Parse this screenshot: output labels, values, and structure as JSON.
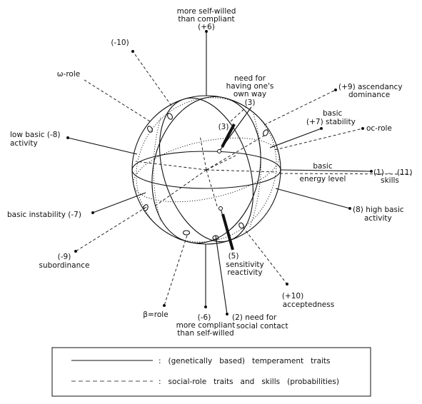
{
  "labels": {
    "self_willed": [
      "more self-willed",
      "than compliant",
      "(+6)"
    ],
    "minus10": "(-10)",
    "omega_role": "ω-role",
    "need_own_way": [
      "need for",
      "having one's",
      "own way",
      "(3)"
    ],
    "inner3": "(3)",
    "ascendancy": [
      "(+9) ascendancy",
      "dominance"
    ],
    "basic_stability": [
      "basic",
      "(+7) stability"
    ],
    "oc_role": "oc-role",
    "low_basic_activity": [
      "low basic (-8)",
      "activity"
    ],
    "basic": "basic",
    "energy_level": "energy level",
    "skills_range": [
      "(1)",
      "-",
      "(11)"
    ],
    "skills": "skills",
    "basic_instability": "basic instability (-7)",
    "high_basic_activity": [
      "(8) high basic",
      "activity"
    ],
    "subordinance": [
      "(-9)",
      "subordinance"
    ],
    "inner5": "(5)",
    "sensitivity": [
      "sensitivity",
      "reactivity"
    ],
    "acceptedness": [
      "(+10)",
      "acceptedness"
    ],
    "beta_role": "β=role",
    "compliant": [
      "(-6)",
      "more compliant",
      "than self-willed"
    ],
    "social_contact": [
      "(2) need for",
      "social contact"
    ]
  },
  "legend": {
    "solid_text": ":   (genetically   based)   temperament   traits",
    "dashed_text": ":   social-role   traits   and   skills   (probabilities)"
  }
}
